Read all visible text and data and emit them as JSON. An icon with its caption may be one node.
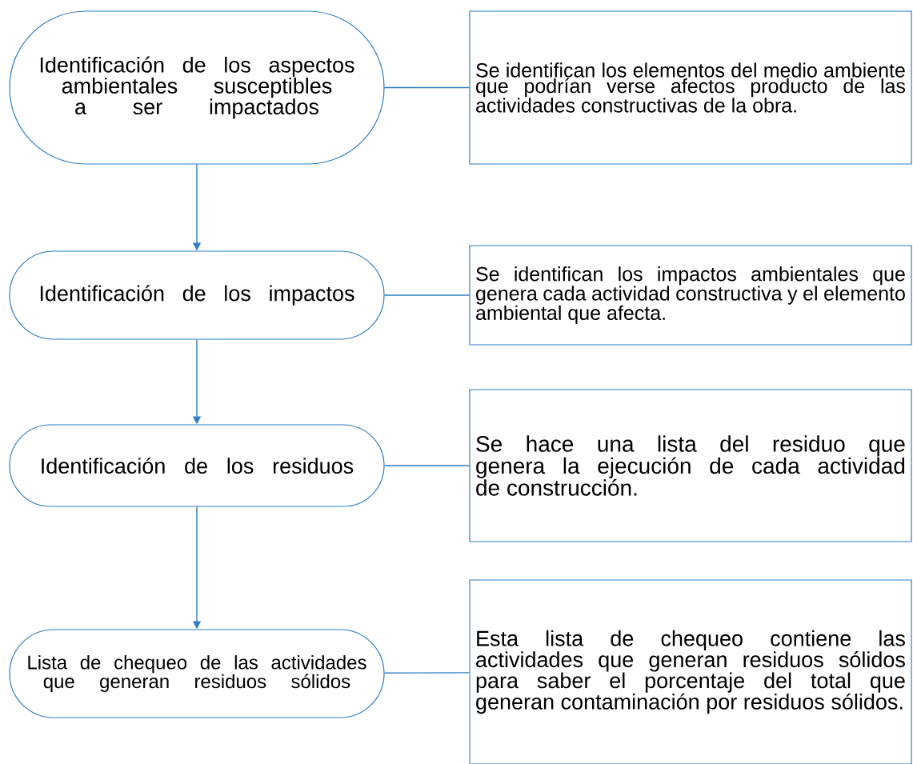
{
  "diagram": {
    "nodes": [
      {
        "text": [
          "Identificación de los aspectos ambientales susceptibles a ser impactados"
        ]
      },
      {
        "text": [
          "Se identifican los elementos del medio ambiente que podrían verse afectos producto de las actividades constructivas de la obra."
        ]
      },
      {
        "text": [
          "Identificación de los impactos"
        ]
      },
      {
        "text": [
          "Se identifican los impactos ambientales que genera cada actividad constructiva y el elemento ambiental que afecta."
        ]
      },
      {
        "text": [
          "Identificación de los residuos"
        ]
      },
      {
        "text": [
          "Se hace una lista del residuo que genera la ejecución de cada actividad de construcción."
        ]
      },
      {
        "text": [
          "Lista de chequeo de las actividades que generan residuos sólidos"
        ]
      },
      {
        "text": [
          "Esta lista de chequeo contiene las actividades que generan residuos sólidos para saber el porcentaje del total que generan contaminación por residuos sólidos."
        ]
      }
    ],
    "edges": [
      {
        "from": 0,
        "to": 1,
        "arrow": "none"
      },
      {
        "from": 0,
        "to": 2,
        "arrow": "to"
      },
      {
        "from": 2,
        "to": 3,
        "arrow": "none"
      },
      {
        "from": 2,
        "to": 4,
        "arrow": "to"
      },
      {
        "from": 4,
        "to": 5,
        "arrow": "none"
      },
      {
        "from": 4,
        "to": 6,
        "arrow": "to"
      },
      {
        "from": 6,
        "to": 7,
        "arrow": "none"
      }
    ]
  }
}
